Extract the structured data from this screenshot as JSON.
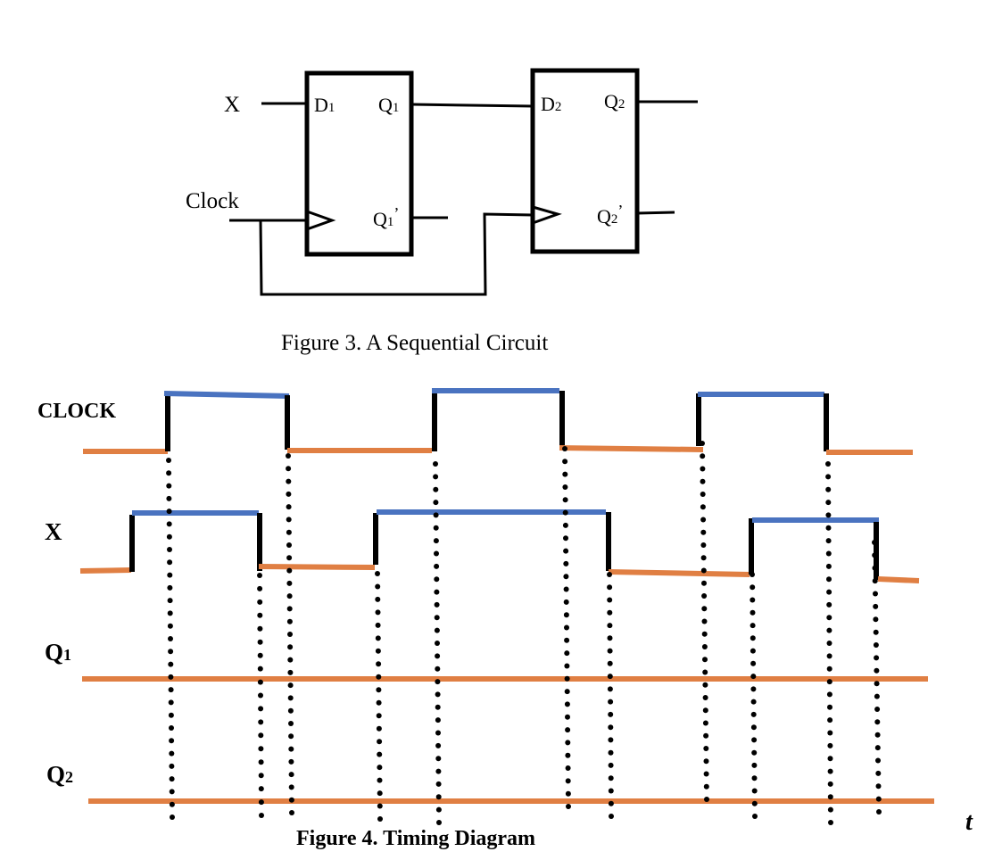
{
  "circuit": {
    "input_x": "X",
    "input_clock": "Clock",
    "ff1": {
      "d": "D",
      "d_sub": "1",
      "q": "Q",
      "q_sub": "1",
      "qn": "Q",
      "qn_sub": "1",
      "qn_mark": "’"
    },
    "ff2": {
      "d": "D",
      "d_sub": "2",
      "q": "Q",
      "q_sub": "2",
      "qn": "Q",
      "qn_sub": "2",
      "qn_mark": "’"
    },
    "caption": "Figure 3. A Sequential Circuit"
  },
  "timing": {
    "caption": "Figure 4. Timing Diagram",
    "time_label": "t",
    "colors": {
      "low": "#E07F43",
      "high": "#4A73C0",
      "edge": "#000000"
    },
    "signals": [
      {
        "name": "CLOCK",
        "sub": "",
        "initial": 0,
        "transitions": [
          1,
          2,
          3,
          4,
          5,
          6
        ]
      },
      {
        "name": "X",
        "sub": "",
        "initial": 0,
        "transitions": [
          0.4,
          1.7,
          2.8,
          4.4,
          5.5,
          6.5
        ]
      },
      {
        "name": "Q",
        "sub": "1",
        "initial": 0,
        "transitions": []
      },
      {
        "name": "Q",
        "sub": "2",
        "initial": 0,
        "transitions": []
      }
    ],
    "dotted_guides": [
      "clock-rise-1",
      "x-fall-1",
      "clock-fall-1",
      "x-rise-2",
      "clock-rise-2",
      "clock-fall-2",
      "x-fall-2",
      "clock-rise-3",
      "x-rise-3",
      "clock-fall-3",
      "x-fall-3"
    ]
  }
}
